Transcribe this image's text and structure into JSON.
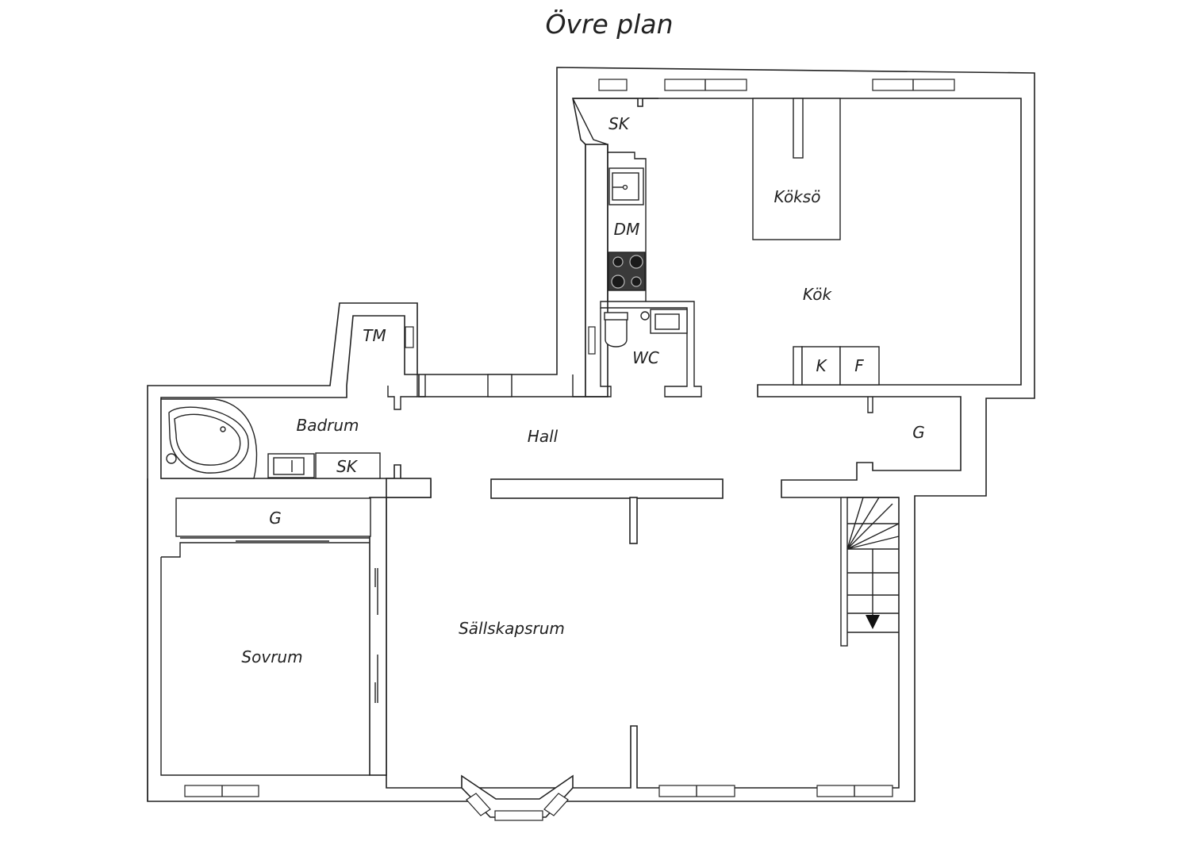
{
  "title": "Övre plan",
  "rooms": {
    "sk_top": "SK",
    "dm": "DM",
    "kokso": "Köksö",
    "kok": "Kök",
    "tm": "TM",
    "wc": "WC",
    "k": "K",
    "f": "F",
    "badrum": "Badrum",
    "sk_bath": "SK",
    "hall": "Hall",
    "g_right": "G",
    "g_left": "G",
    "sallskapsrum": "Sällskapsrum",
    "sovrum": "Sovrum"
  }
}
